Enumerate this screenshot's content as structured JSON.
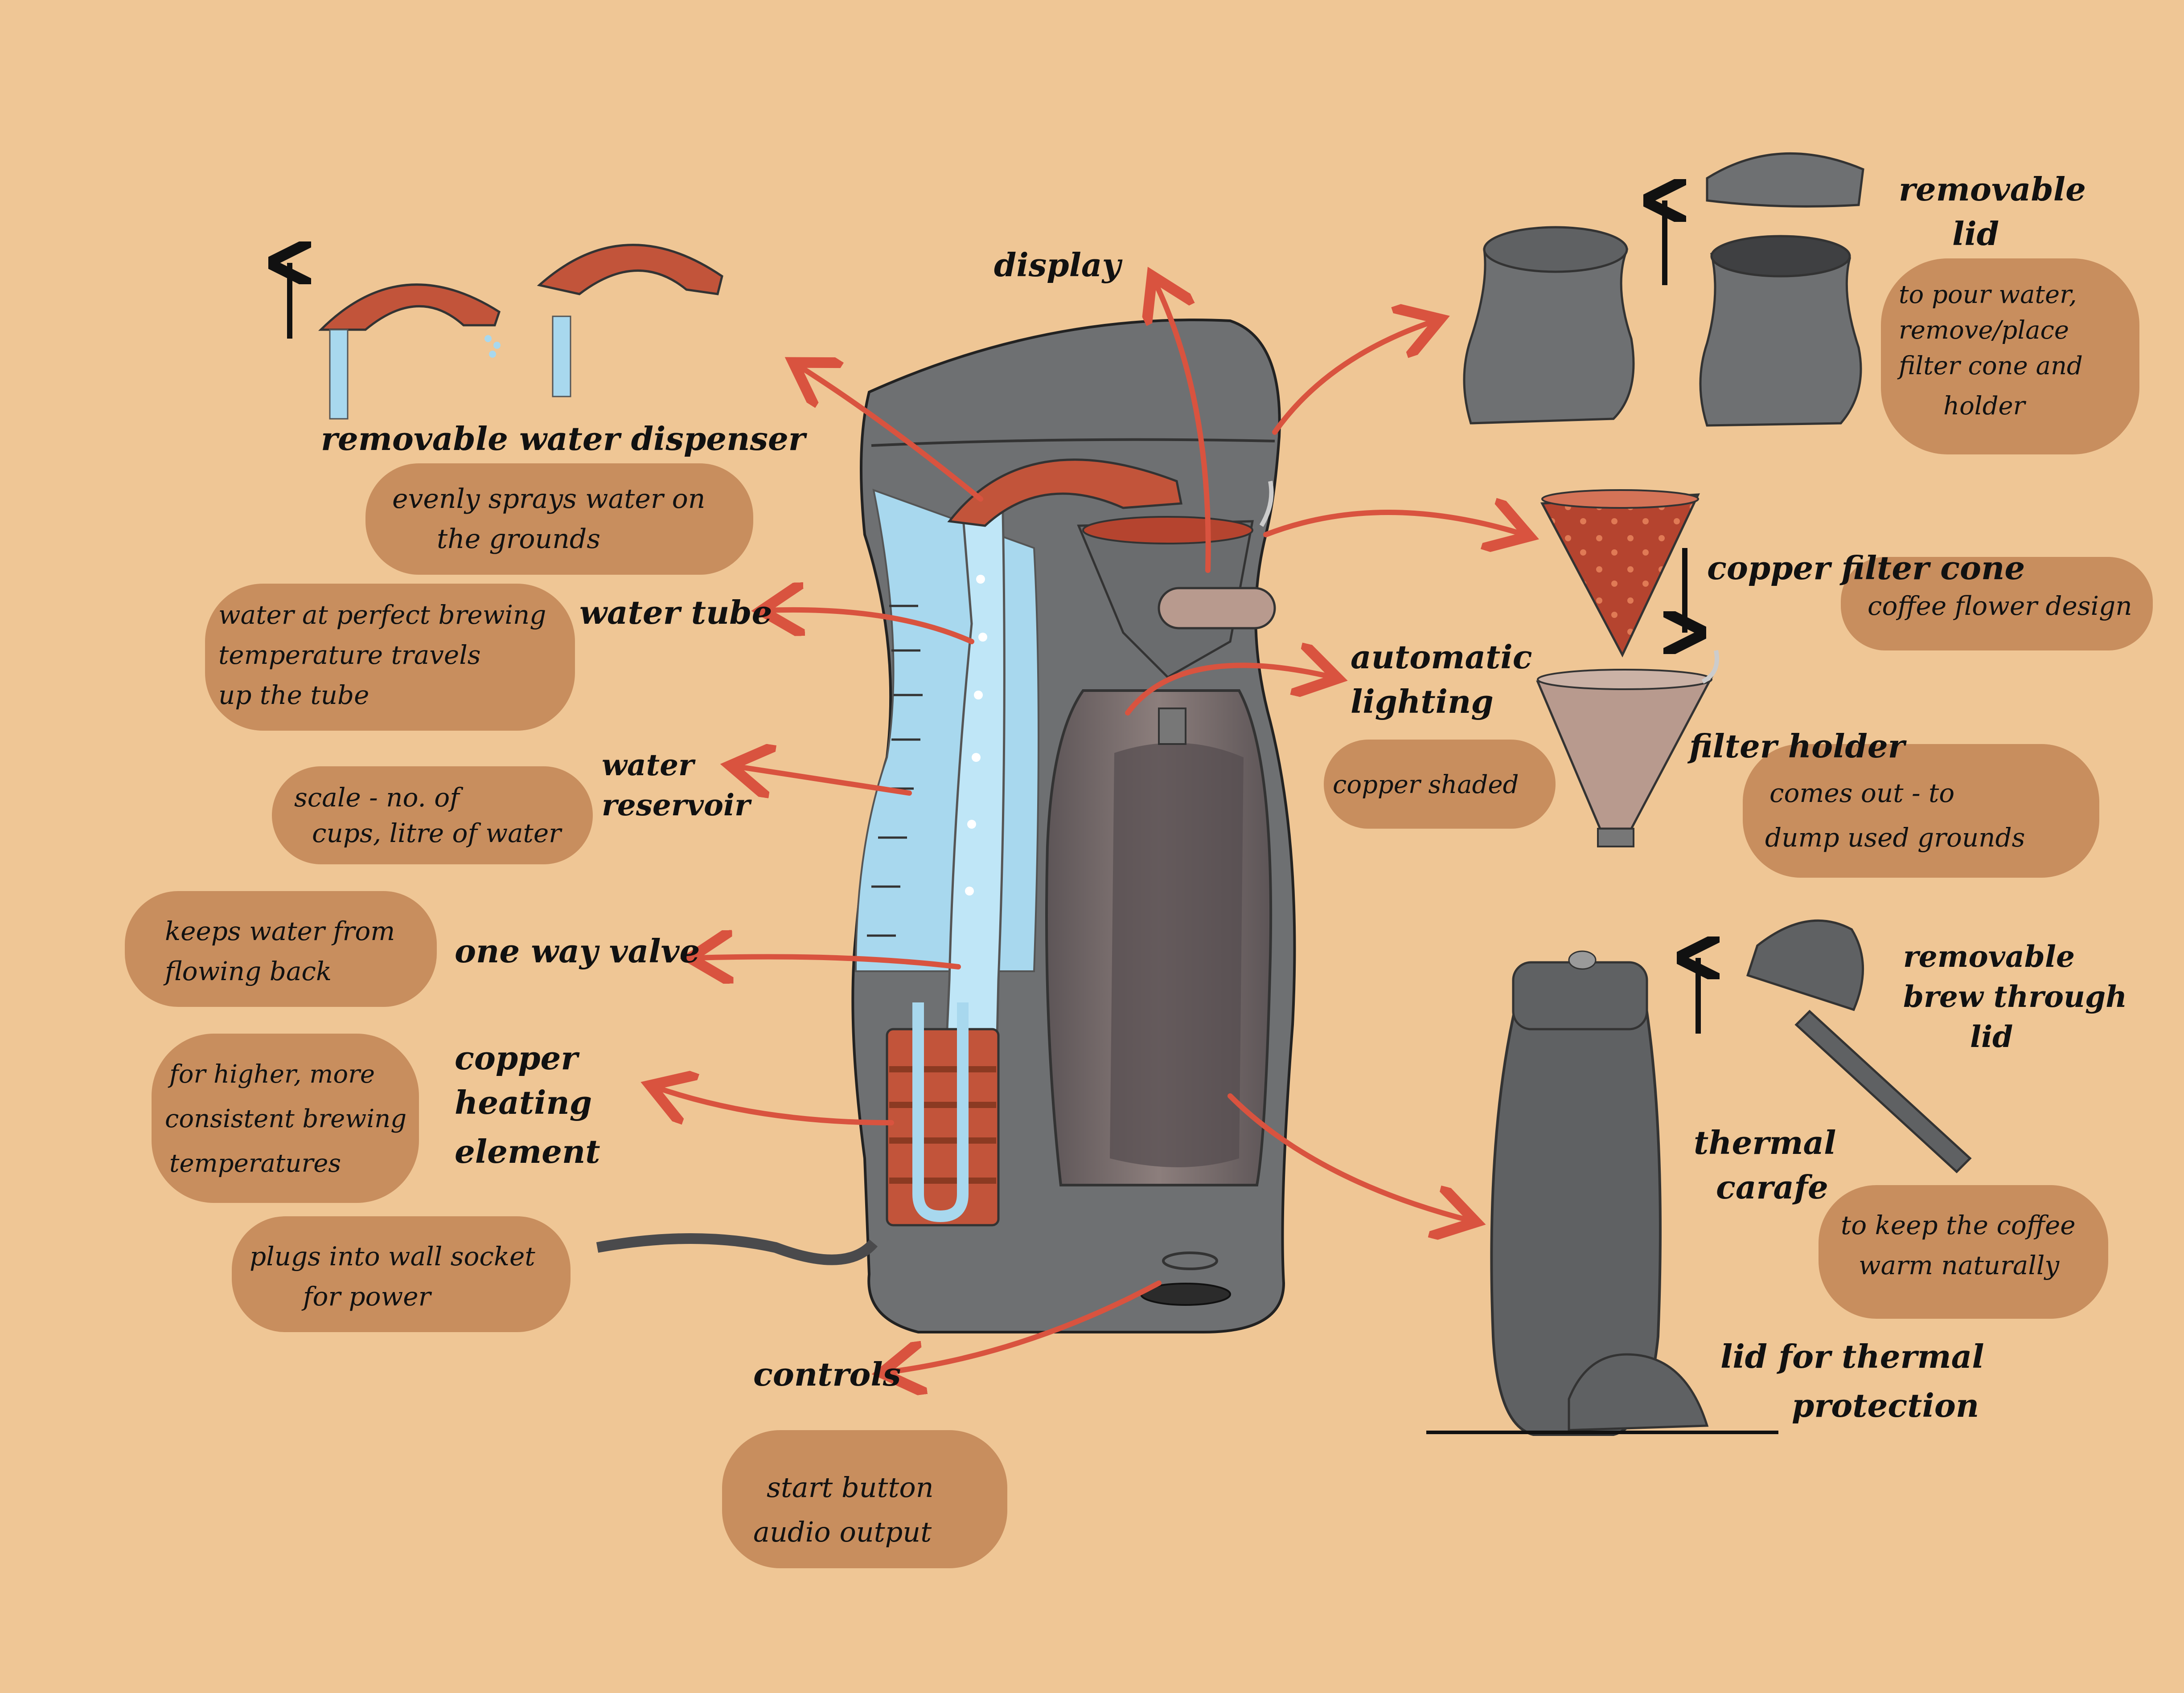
{
  "colors": {
    "background": "#efc695",
    "machine_body": "#6e7072",
    "water": "#a8d8ee",
    "copper": "#c2543a",
    "arrow": "#d9533f",
    "note_blob": "#c88e5e",
    "carafe": "#5f6163"
  },
  "labels": {
    "display": "display",
    "water_dispenser": "removable water dispenser",
    "water_tube": "water tube",
    "water_reservoir_1": "water",
    "water_reservoir_2": "reservoir",
    "one_way_valve": "one way valve",
    "heating_1": "copper",
    "heating_2": "heating",
    "heating_3": "element",
    "controls": "controls",
    "removable_lid_1": "removable",
    "removable_lid_2": "lid",
    "copper_filter_cone": "copper filter cone",
    "automatic_lighting_1": "automatic",
    "automatic_lighting_2": "lighting",
    "filter_holder": "filter holder",
    "brew_lid_1": "removable",
    "brew_lid_2": "brew through",
    "brew_lid_3": "lid",
    "thermal_carafe_1": "thermal",
    "thermal_carafe_2": "carafe",
    "thermal_lid_1": "lid for thermal",
    "thermal_lid_2": "protection"
  },
  "notes": {
    "dispenser": [
      "evenly sprays water on",
      "the grounds"
    ],
    "tube": [
      "water at perfect brewing",
      "temperature travels",
      "up the tube"
    ],
    "reservoir": [
      "scale - no. of",
      "cups, litre of water"
    ],
    "valve": [
      "keeps water from",
      "flowing back"
    ],
    "heating": [
      "for higher, more",
      "consistent brewing",
      "temperatures"
    ],
    "power": [
      "plugs into wall socket",
      "for power"
    ],
    "controls": [
      "start button",
      "audio output"
    ],
    "lid": [
      "to pour water,",
      "remove/place",
      "filter cone and",
      "holder"
    ],
    "cone": [
      "coffee flower design"
    ],
    "lighting": [
      "copper shaded"
    ],
    "holder": [
      "comes out - to",
      "dump used grounds"
    ],
    "carafe": [
      "to keep the coffee",
      "warm naturally"
    ]
  }
}
